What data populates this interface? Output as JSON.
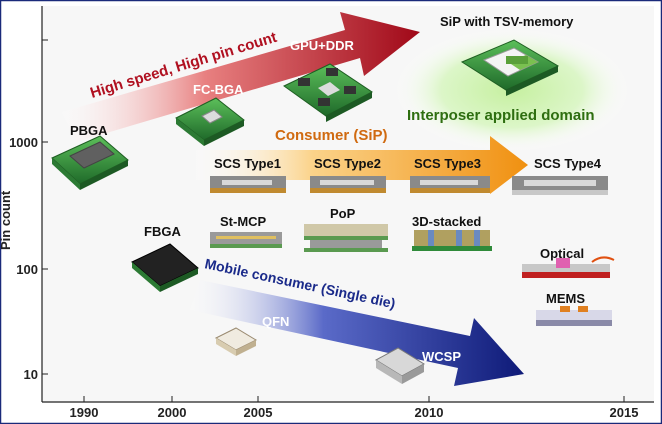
{
  "y_axis": {
    "label": "Pin count",
    "ticks": [
      "1000",
      "100",
      "10"
    ]
  },
  "x_axis": {
    "ticks": [
      "1990",
      "2000",
      "2005",
      "2010",
      "2015"
    ]
  },
  "trend_arrows": {
    "high_speed": "High speed, High pin count",
    "consumer": "Consumer (SiP)",
    "mobile": "Mobile consumer (Single die)"
  },
  "domain_label": "Interposer applied domain",
  "packages": {
    "pbga": "PBGA",
    "fc_bga": "FC-BGA",
    "gpu_ddr": "GPU+DDR",
    "sip_tsv": "SiP with TSV-memory",
    "fbga": "FBGA",
    "qfn": "QFN",
    "wcsp": "WCSP",
    "scs1": "SCS Type1",
    "scs2": "SCS Type2",
    "scs3": "SCS Type3",
    "scs4": "SCS Type4",
    "st_mcp": "St-MCP",
    "pop": "PoP",
    "stacked_3d": "3D-stacked",
    "optical": "Optical",
    "mems": "MEMS"
  },
  "colors": {
    "high_speed_arrow": "#b01020",
    "consumer_arrow": "#f0a020",
    "mobile_arrow": "#1a2a8a",
    "interposer_glow": "#b8e890",
    "interposer_text": "#2e6e10",
    "board_green": "#2f8a3a",
    "chip_gray": "#7a7a7a"
  }
}
